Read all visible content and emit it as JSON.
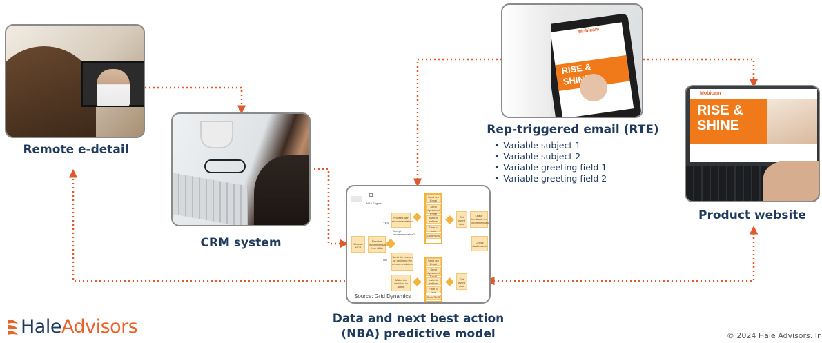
{
  "colors": {
    "connector": "#e0592d",
    "label": "#1f3a5c",
    "accent": "#e8622a"
  },
  "nodes": {
    "remote": {
      "label": "Remote e-detail"
    },
    "crm": {
      "label": "CRM system"
    },
    "rte": {
      "label": "Rep-triggered email (RTE)",
      "bullets": [
        "Variable subject 1",
        "Variable subject 2",
        "Variable greeting field 1",
        "Variable greeting field 2"
      ],
      "screen_text": {
        "brand": "Mobicam",
        "headline_1": "RISE &",
        "headline_2": "SHINE"
      }
    },
    "website": {
      "label": "Product website",
      "screen_text": {
        "brand": "Mobicam",
        "headline_1": "RISE &",
        "headline_2": "SHINE"
      }
    },
    "nba": {
      "label_line1": "Data and next best action",
      "label_line2": "(NBA) predictive model",
      "source": "Source: Grid Dynamics",
      "flow_labels": {
        "engine": "NBA Engine",
        "choose": "Choose HCP",
        "receive": "Receive recommendation from NBA",
        "proceed": "Proceed with recommendation",
        "accept": "Accept recommendation?",
        "yes": "YES",
        "no": "NO",
        "send_reason": "Send the reason for declining the recommendation",
        "make_decision": "Make the decision on action",
        "send_email": "Send rep Email",
        "send_approved": "Send Approved Email",
        "invite": "Invite to webinar",
        "face": "Face to face",
        "calls": "Calls/SMS",
        "get_event": "Get event data",
        "leave_feedback": "Leave feedback on recommendation",
        "check": "Check dashboards"
      }
    }
  },
  "logo": {
    "part1": "Hale",
    "part2": "Advisors"
  },
  "copyright": "© 2024 Hale Advisors. In"
}
